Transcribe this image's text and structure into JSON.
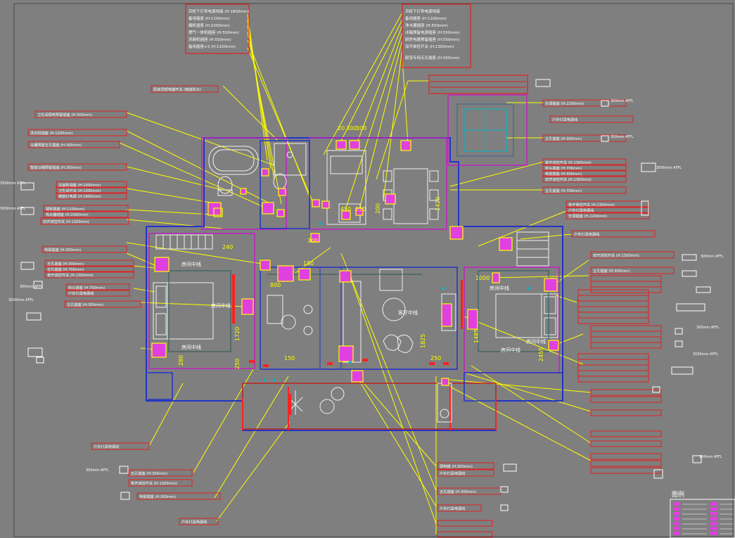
{
  "meta": {
    "title": ""
  },
  "colors": {
    "background": "#7f7f7f",
    "wall": "#2233c8",
    "partition": "#c020c0",
    "leader": "#ffff00",
    "callout_border": "#e02020",
    "callout_text": "#ffffff",
    "furniture": "#f2f2f2",
    "dimension": "#ffff00",
    "socket_fill": "#e040e0",
    "socket_border": "#ffff00",
    "teal": "#00b8c8",
    "red_accent": "#ff2020",
    "room_label": "#ffffff"
  },
  "callouts_top_left": [
    "吊柜下灯带电源线接 (H:1800mm)",
    "备用插座 (H:1100mm)",
    "烟机插座 (H:2200mm)",
    "燃气一体机插座 (H:550mm)",
    "洗碗机插座 (H:550mm)",
    "备用插座×3 (H:1100mm)"
  ],
  "callouts_top_right": [
    "吊柜下灯带电源线接",
    "备用插座 (H:1100mm)",
    "净水器插座 (H:550mm)",
    "冰箱预留电源插座 (H:550mm)",
    "厨房电器预留插座 (H:550mm)",
    "双开单控开关 (H:1300mm)",
    "厨宝专用五孔插座 (H:550mm)"
  ],
  "left_callouts": [
    "厨房顶部电器开关 (暗装防水)",
    "卫生间弱电预留插座 (H:300mm)",
    "洗衣机插座 (H:1200mm)",
    "马桶预留五孔插座 (H:300mm)",
    "智能马桶预留插座 (H:350mm)",
    "浴室柜插座 (H:1000mm)",
    "卫生间开关 (H:1300mm)",
    "镜前灯电源 (H:1800mm)",
    "镜柜插座 (H:1100mm)",
    "热水器插座 (H:2000mm)",
    "双开双控开关 (H:1300mm)",
    "电视插座 (H:300mm)",
    "五孔插座 (H:300mm)",
    "五孔插座 (H:700mm)",
    "单开双控开关 (H:1300mm)",
    "床头插座 (H:700mm)",
    "户外灯具电源线",
    "五孔插座 (H:300mm)"
  ],
  "right_callouts": [
    "空调插座 (H:2200mm)",
    "户外灯具电源线",
    "五孔插座 (H:300mm)",
    "单开双控开关 (H:1300mm)",
    "床头插座 (H:700mm)",
    "电视插座 (H:300mm)",
    "双开双控开关 (H:1300mm)",
    "五孔插座 (H:700mm)",
    "单开单控开关 (H:1300mm)",
    "户外灯具电源线",
    "空调插座 (H:2200mm)",
    "户外灯具电源线",
    "双开双控开关 (H:1300mm)",
    "五孔插座 (H:300mm)"
  ],
  "bottom_callouts": [
    "户外灯具电源线",
    "五孔插座 (H:300mm)",
    "单开双控开关 (H:1300mm)",
    "电视插座 (H:300mm)",
    "户外灯具电源线",
    "弱电箱 (H:300mm)",
    "户外灯具电源线",
    "五孔插座 (H:300mm)",
    "户外灯具电源线"
  ],
  "dimensions": [
    "20",
    "300",
    "300",
    "450",
    "250",
    "200",
    "1420",
    "240",
    "300",
    "180",
    "800",
    "1720",
    "1825",
    "1000",
    "1485",
    "2455",
    "150",
    "250",
    "280",
    "250"
  ],
  "room_labels": [
    "房间中线",
    "房间中线",
    "房间中线",
    "房间中线",
    "房间中线",
    "房间中线",
    "客厅中线"
  ],
  "notes_left": [
    "3500mm AFFL",
    "3000mm AFFL",
    "3000mm AFFL",
    "300mm AFFL",
    "300mm AFFL"
  ],
  "notes_right": [
    "300mm AFFL",
    "300mm AFFL",
    "3000mm AFFL",
    "300mm AFFL",
    "300mm AFFL",
    "3000mm AFFL",
    "300mm AFFL"
  ],
  "legend": {
    "title": "图例"
  }
}
